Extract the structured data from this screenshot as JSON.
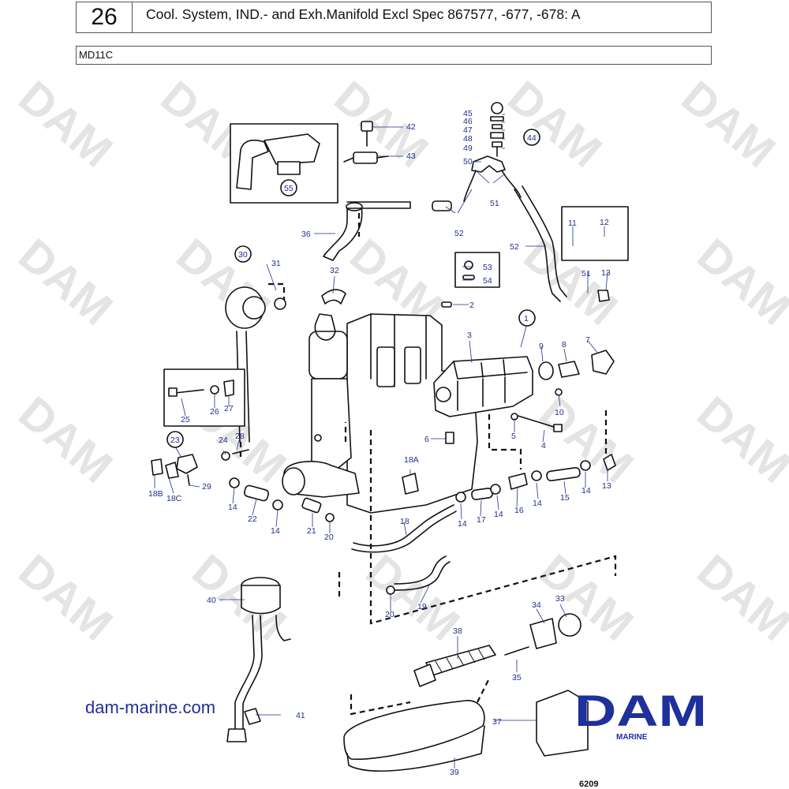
{
  "header": {
    "page_number": "26",
    "title": "Cool. System, IND.- and Exh.Manifold Excl Spec 867577, -677, -678: A",
    "model": "MD11C"
  },
  "watermark": {
    "text": "DAM",
    "color": "#e4e4e4"
  },
  "footer": {
    "website": "dam-marine.com",
    "brand": "DAM",
    "brand_sub": "MARINE",
    "drawing_number": "6209"
  },
  "colors": {
    "accent": "#1f2f9c",
    "line": "#111111"
  },
  "callouts": {
    "c1": "1",
    "c2": "2",
    "c3": "3",
    "c4": "4",
    "c5": "5",
    "c6": "6",
    "c7": "7",
    "c8": "8",
    "c9": "9",
    "c10": "10",
    "c11": "11",
    "c12": "12",
    "c13a": "13",
    "c13b": "13",
    "c14a": "14",
    "c14b": "14",
    "c14c": "14",
    "c14d": "14",
    "c14e": "14",
    "c14f": "14",
    "c14g": "14",
    "c15": "15",
    "c16": "16",
    "c17": "17",
    "c18": "18",
    "c18a": "18A",
    "c18b": "18B",
    "c18c": "18C",
    "c19": "19",
    "c20a": "20",
    "c20b": "20",
    "c21": "21",
    "c22": "22",
    "c23": "23",
    "c24": "24",
    "c25": "25",
    "c26": "26",
    "c27": "27",
    "c28": "28",
    "c29": "29",
    "c30": "30",
    "c31": "31",
    "c32": "32",
    "c33": "33",
    "c34": "34",
    "c35": "35",
    "c36": "36",
    "c37": "37",
    "c38": "38",
    "c39": "39",
    "c40": "40",
    "c41": "41",
    "c42": "42",
    "c43": "43",
    "c44": "44",
    "c45": "45",
    "c46": "46",
    "c47": "47",
    "c48": "48",
    "c49": "49",
    "c50": "50",
    "c51a": "51",
    "c51b": "51",
    "c52a": "52",
    "c52b": "52",
    "c53": "53",
    "c54": "54",
    "c55": "55"
  }
}
